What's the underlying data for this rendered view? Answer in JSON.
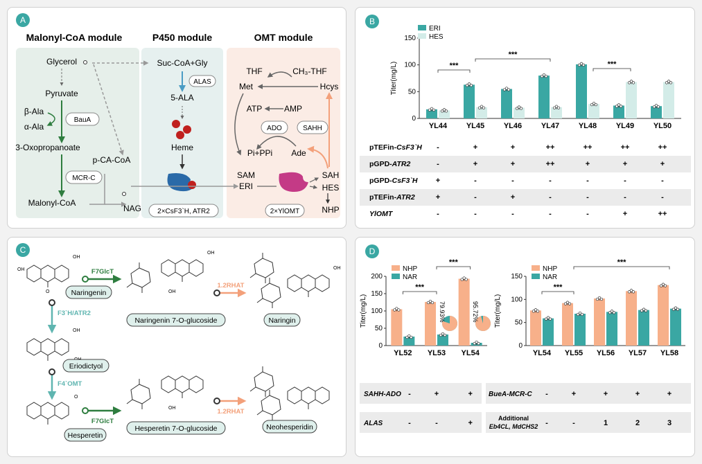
{
  "panelA": {
    "badge": "A",
    "modules": [
      "Malonyl-CoA module",
      "P450 module",
      "OMT module"
    ],
    "metabolites": {
      "glycerol": "Glycerol",
      "pyruvate": "Pyruvate",
      "balanine": "β-Ala",
      "aalanine": "α-Ala",
      "oxo": "3-Oxopropanoate",
      "pca": "p-CA-CoA",
      "malonyl": "Malonyl-CoA",
      "nag": "NAG",
      "succoa": "Suc-CoA+Gly",
      "ala5": "5-ALA",
      "heme": "Heme",
      "thf": "THF",
      "ch3thf": "CH₃-THF",
      "met": "Met",
      "hcys": "Hcys",
      "atp": "ATP",
      "amp": "AMP",
      "pippi": "Pi+PPi",
      "ade": "Ade",
      "sam": "SAM",
      "sah": "SAH",
      "eri": "ERI",
      "hes": "HES",
      "nhp": "NHP"
    },
    "enzymes": {
      "baua": "BauA",
      "mcrc": "MCR-C",
      "alas": "ALAS",
      "p450": "2×CsF3`H, ATR2",
      "ado": "ADO",
      "sahh": "SAHH",
      "omt": "2×YlOMT"
    }
  },
  "panelB": {
    "badge": "B",
    "legend": [
      "ERI",
      "HES"
    ],
    "ylabel": "Titer(mg/L)",
    "significance": [
      "***",
      "***",
      "***"
    ],
    "rows": [
      {
        "label": "pTEFin-CsF3`H",
        "parts": [
          {
            "t": "pTEFin-"
          },
          {
            "t": "CsF3`H",
            "i": true
          }
        ],
        "vals": [
          "-",
          "+",
          "+",
          "++",
          "++",
          "++",
          "++"
        ],
        "shade": false
      },
      {
        "label": "pGPD-ATR2",
        "parts": [
          {
            "t": "pGPD-"
          },
          {
            "t": "ATR2",
            "i": true
          }
        ],
        "vals": [
          "-",
          "+",
          "+",
          "++",
          "+",
          "+",
          "+"
        ],
        "shade": true
      },
      {
        "label": "pGPD-CsF3`H",
        "parts": [
          {
            "t": "pGPD-"
          },
          {
            "t": "CsF3`H",
            "i": true
          }
        ],
        "vals": [
          "+",
          "-",
          "-",
          "-",
          "-",
          "-",
          "-"
        ],
        "shade": false
      },
      {
        "label": "pTEFin-ATR2",
        "parts": [
          {
            "t": "pTEFin-"
          },
          {
            "t": "ATR2",
            "i": true
          }
        ],
        "vals": [
          "+",
          "-",
          "+",
          "-",
          "-",
          "-",
          "-"
        ],
        "shade": true
      },
      {
        "label": "YlOMT",
        "parts": [
          {
            "t": "YlOMT",
            "i": true
          }
        ],
        "vals": [
          "-",
          "-",
          "-",
          "-",
          "-",
          "+",
          "++"
        ],
        "shade": false
      }
    ]
  },
  "panelC": {
    "badge": "C",
    "compounds": {
      "naringenin": "Naringenin",
      "n7g": "Naringenin 7-O-glucoside",
      "naringin": "Naringin",
      "eriodictyol": "Eriodictyol",
      "hesperetin": "Hesperetin",
      "h7g": "Hesperetin 7-O-glucoside",
      "neohesperidin": "Neohesperidin"
    },
    "enzymes": {
      "f7glct1": "F7GlcT",
      "rhat1": "1.2RHAT",
      "f3h": "F3`H/ATR2",
      "f4omt": "F4`OMT",
      "f7glct2": "F7GlcT",
      "rhat2": "1.2RHAT"
    },
    "atoms": {
      "oh": "OH",
      "o": "O"
    }
  },
  "panelD": {
    "badge": "D",
    "legend": [
      "NHP",
      "NAR"
    ],
    "ylabel": "Titer(mg/L)",
    "significance": [
      "***",
      "***",
      "***",
      "***"
    ],
    "pie_labels": [
      "79.93%",
      "95.72%"
    ],
    "left_rows": [
      {
        "label": "SAHH-ADO",
        "vals": [
          "-",
          "+",
          "+"
        ],
        "shade": true
      },
      {
        "label": "ALAS",
        "vals": [
          "-",
          "-",
          "+"
        ],
        "shade": true
      }
    ],
    "right_rows": [
      {
        "label": "BueA-MCR-C",
        "vals": [
          "-",
          "+",
          "+",
          "+",
          "+"
        ],
        "shade": true
      },
      {
        "label1": "Additional",
        "label2": "Eb4CL, MdCHS2",
        "vals": [
          "-",
          "-",
          "1",
          "2",
          "3"
        ],
        "shade": true
      }
    ]
  },
  "colors": {
    "teal": "#3aa7a3",
    "lightteal": "#d3ece8",
    "orange": "#f7b08a",
    "green": "#3a8a4a",
    "darkgreen": "#2e7d3f",
    "salmon": "#f3a07a",
    "blue": "#4a9cc4"
  },
  "chart_data": [
    {
      "type": "bar",
      "panel": "B",
      "categories": [
        "YL44",
        "YL45",
        "YL46",
        "YL47",
        "YL48",
        "YL49",
        "YL50"
      ],
      "series": [
        {
          "name": "ERI",
          "values": [
            17,
            63,
            55,
            80,
            101,
            24,
            23
          ]
        },
        {
          "name": "HES",
          "values": [
            15,
            21,
            20,
            21,
            27,
            68,
            68
          ]
        }
      ],
      "ylabel": "Titer(mg/L)",
      "ylim": [
        0,
        150
      ],
      "yticks": [
        0,
        50,
        100,
        150
      ]
    },
    {
      "type": "bar",
      "panel": "D-left",
      "categories": [
        "YL52",
        "YL53",
        "YL54"
      ],
      "series": [
        {
          "name": "NHP",
          "values": [
            105,
            126,
            193
          ]
        },
        {
          "name": "NAR",
          "values": [
            26,
            32,
            8
          ]
        }
      ],
      "ylabel": "Titer(mg/L)",
      "ylim": [
        0,
        200
      ],
      "yticks": [
        0,
        50,
        100,
        150,
        200
      ]
    },
    {
      "type": "bar",
      "panel": "D-right",
      "categories": [
        "YL54",
        "YL55",
        "YL56",
        "YL57",
        "YL58"
      ],
      "series": [
        {
          "name": "NHP",
          "values": [
            76,
            92,
            102,
            118,
            131
          ]
        },
        {
          "name": "NAR",
          "values": [
            59,
            69,
            73,
            77,
            80
          ]
        }
      ],
      "ylabel": "Titer(mg/L)",
      "ylim": [
        0,
        150
      ],
      "yticks": [
        0,
        50,
        100,
        150
      ]
    },
    {
      "type": "pie",
      "panel": "D-left-insets",
      "slices": [
        {
          "label": "79.93%",
          "value": 79.93
        },
        {
          "label": "95.72%",
          "value": 95.72
        }
      ]
    }
  ]
}
